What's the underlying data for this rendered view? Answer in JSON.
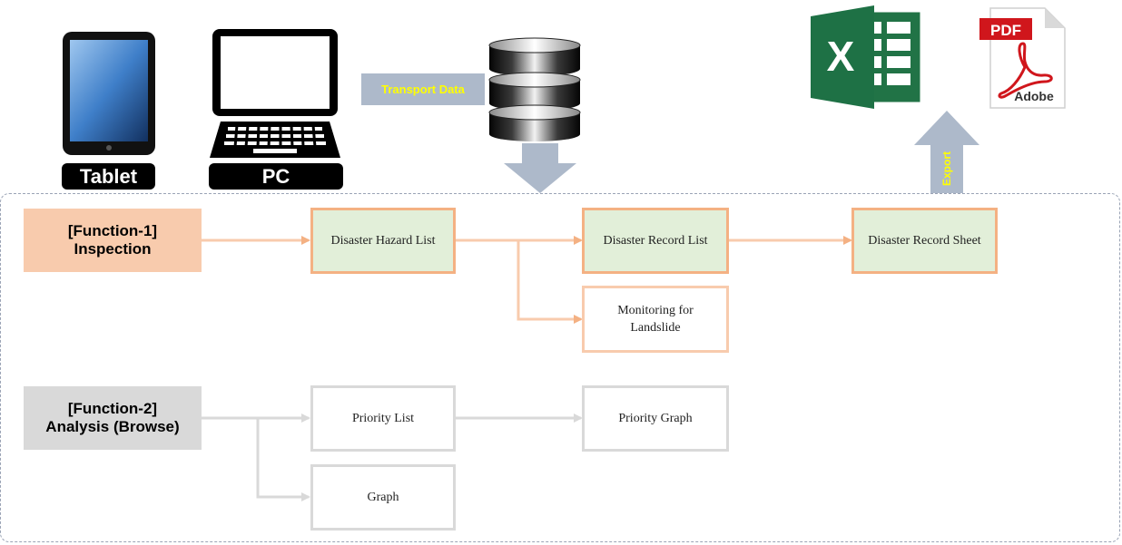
{
  "devices": {
    "tablet_label": "Tablet",
    "pc_label": "PC"
  },
  "transport": {
    "label": "Transport Data"
  },
  "export": {
    "label": "Export",
    "pdf_badge": "PDF",
    "pdf_brand": "Adobe",
    "excel_letter": "X"
  },
  "functions": {
    "function1": {
      "label_line1": "[Function-1]",
      "label_line2": "Inspection"
    },
    "function2": {
      "label_line1": "[Function-2]",
      "label_line2": "Analysis (Browse)"
    }
  },
  "boxes": {
    "disaster_hazard_list": "Disaster Hazard List",
    "disaster_record_list": "Disaster Record List",
    "disaster_record_sheet": "Disaster Record Sheet",
    "monitoring_line1": "Monitoring for",
    "monitoring_line2": "Landslide",
    "priority_list": "Priority List",
    "priority_graph": "Priority Graph",
    "graph": "Graph"
  },
  "colors": {
    "function1_fill": "#f8cbad",
    "function2_fill": "#d9d9d9",
    "box_green": "#e2efd9",
    "orange_line": "#f8cbad",
    "gray_line": "#d9d9d9",
    "arrow_blue_gray": "#adb9ca",
    "label_yellow": "#ffff00",
    "excel_green": "#217346",
    "pdf_red": "#d0161c"
  }
}
